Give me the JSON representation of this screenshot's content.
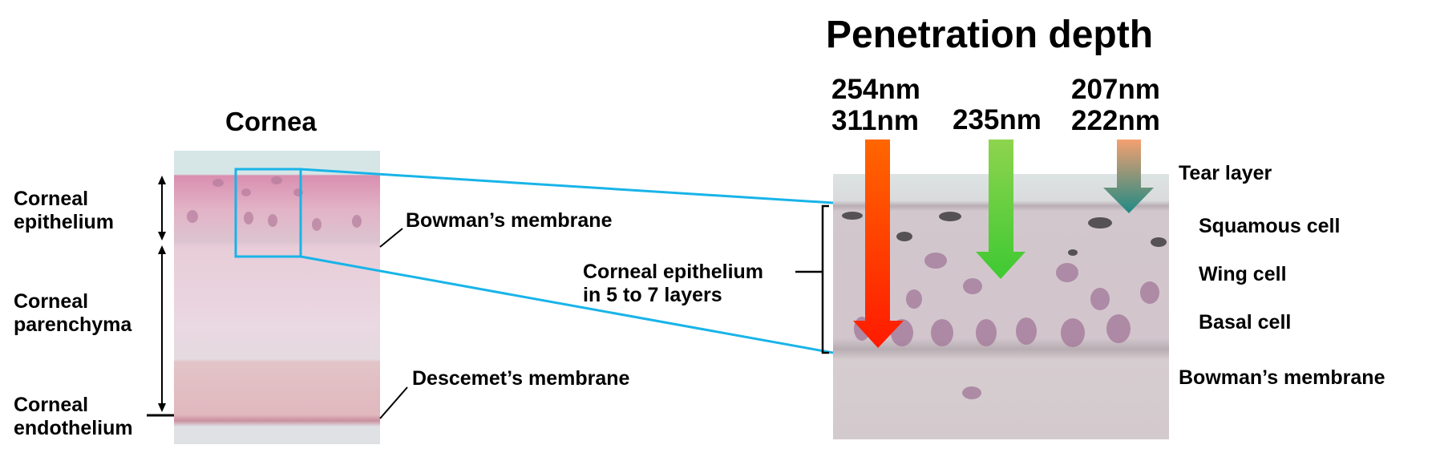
{
  "title": "Penetration depth",
  "left_panel": {
    "title": "Cornea",
    "layers": [
      {
        "line1": "Corneal",
        "line2": "epithelium"
      },
      {
        "line1": "Corneal",
        "line2": "parenchyma"
      },
      {
        "line1": "Corneal",
        "line2": "endothelium"
      }
    ],
    "bowman": "Bowman’s membrane",
    "descemet": "Descemet’s membrane"
  },
  "epithelium_note": {
    "line1": "Corneal epithelium",
    "line2": "in 5 to 7 layers"
  },
  "wavelengths": [
    {
      "line1": "254nm",
      "line2": "311nm",
      "color_top": "#ff6600",
      "color_bottom": "#ff1a00"
    },
    {
      "line1": "",
      "line2": "235nm",
      "color_top": "#8ed44e",
      "color_bottom": "#3ec932"
    },
    {
      "line1": "207nm",
      "line2": "222nm",
      "color_top": "#f4a070",
      "color_bottom": "#1e8a84"
    }
  ],
  "right_labels": [
    "Tear layer",
    "Squamous cell",
    "Wing cell",
    "Basal cell",
    "Bowman’s membrane"
  ],
  "colors": {
    "zoom_frame": "#18b4e8"
  }
}
